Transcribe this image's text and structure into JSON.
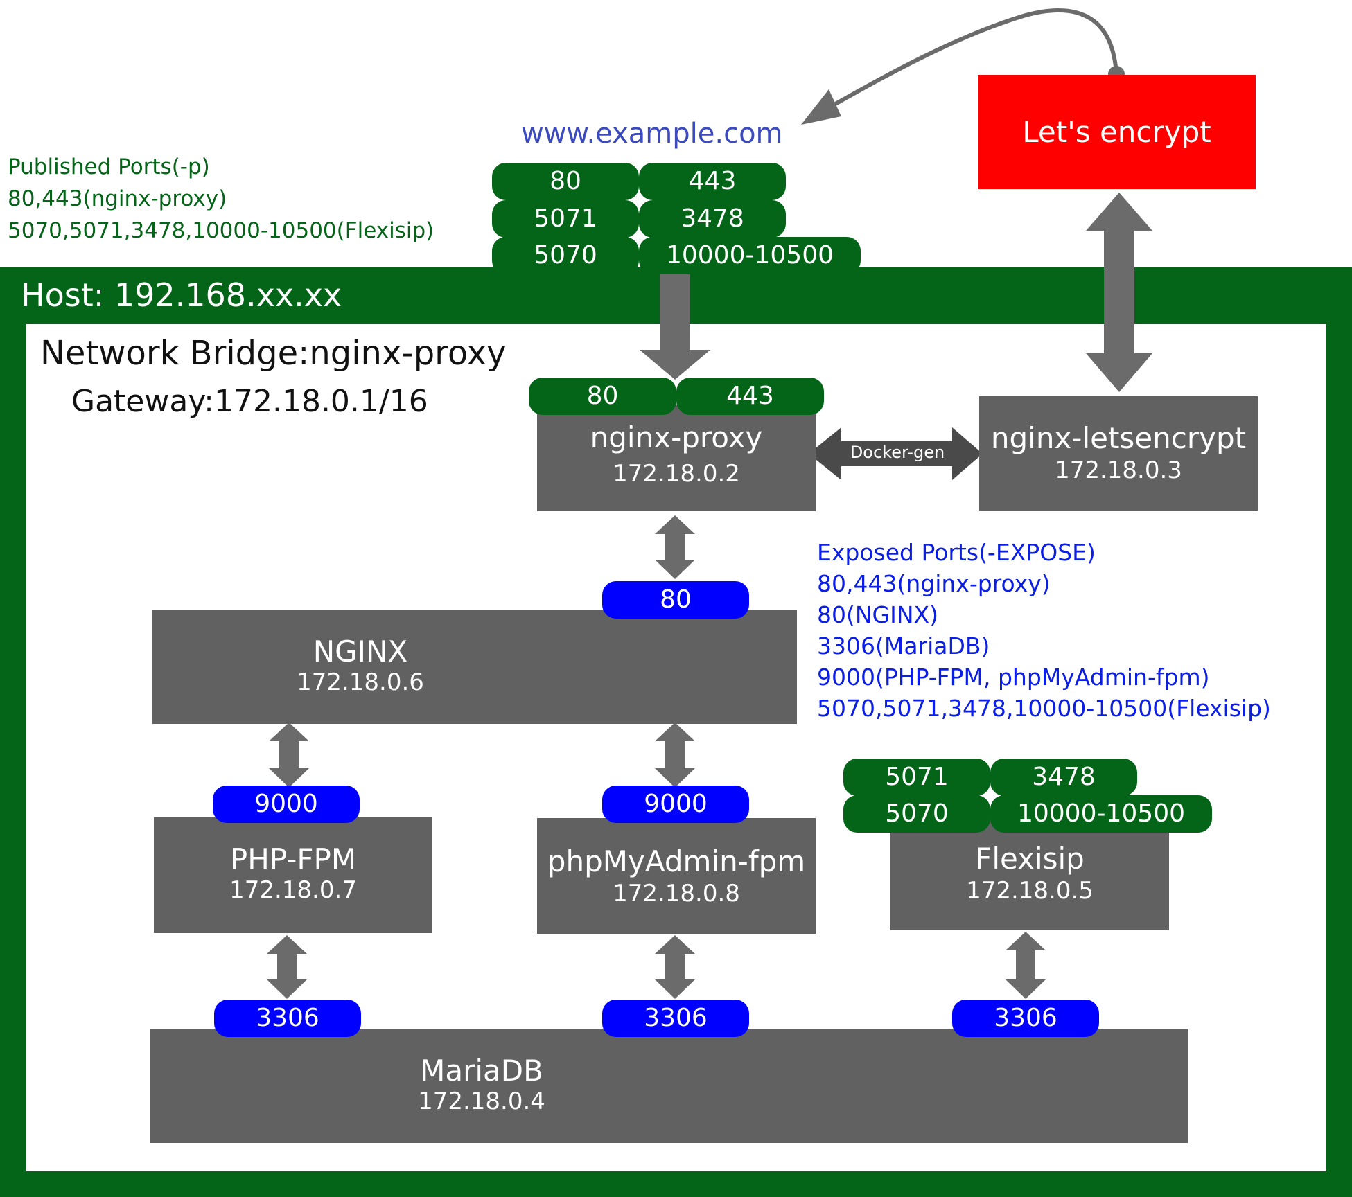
{
  "domain_label": "www.example.com",
  "letsencrypt_label": "Let's encrypt",
  "published": {
    "heading": "Published Ports(-p)",
    "line1": "80,443(nginx-proxy)",
    "line2": "5070,5071,3478,10000-10500(Flexisip)",
    "ports": [
      "80",
      "443",
      "5071",
      "3478",
      "5070",
      "10000-10500"
    ]
  },
  "host_label": "Host: 192.168.xx.xx",
  "bridge": {
    "name": "Network Bridge:nginx-proxy",
    "gateway": "Gateway:172.18.0.1/16"
  },
  "exposed": {
    "heading": "Exposed Ports(-EXPOSE)",
    "lines": [
      "80,443(nginx-proxy)",
      "80(NGINX)",
      "3306(MariaDB)",
      "9000(PHP-FPM, phpMyAdmin-fpm)",
      "5070,5071,3478,10000-10500(Flexisip)"
    ]
  },
  "docker_gen_label": "Docker-gen",
  "containers": {
    "nginx_proxy": {
      "name": "nginx-proxy",
      "ip": "172.18.0.2",
      "ports": [
        "80",
        "443"
      ]
    },
    "nginx_letsencrypt": {
      "name": "nginx-letsencrypt",
      "ip": "172.18.0.3"
    },
    "nginx": {
      "name": "NGINX",
      "ip": "172.18.0.6",
      "port": "80"
    },
    "php_fpm": {
      "name": "PHP-FPM",
      "ip": "172.18.0.7",
      "port": "9000"
    },
    "phpmyadmin": {
      "name": "phpMyAdmin-fpm",
      "ip": "172.18.0.8",
      "port": "9000"
    },
    "flexisip": {
      "name": "Flexisip",
      "ip": "172.18.0.5",
      "ports": [
        "5071",
        "3478",
        "5070",
        "10000-10500"
      ]
    },
    "mariadb": {
      "name": "MariaDB",
      "ip": "172.18.0.4",
      "ports": [
        "3306",
        "3306",
        "3306"
      ]
    }
  },
  "colors": {
    "host_green": "#046518",
    "container_gray": "#616161",
    "exposed_blue": "#0000ff",
    "letsencrypt_red": "#ff0000",
    "arrow_gray": "#707070"
  }
}
